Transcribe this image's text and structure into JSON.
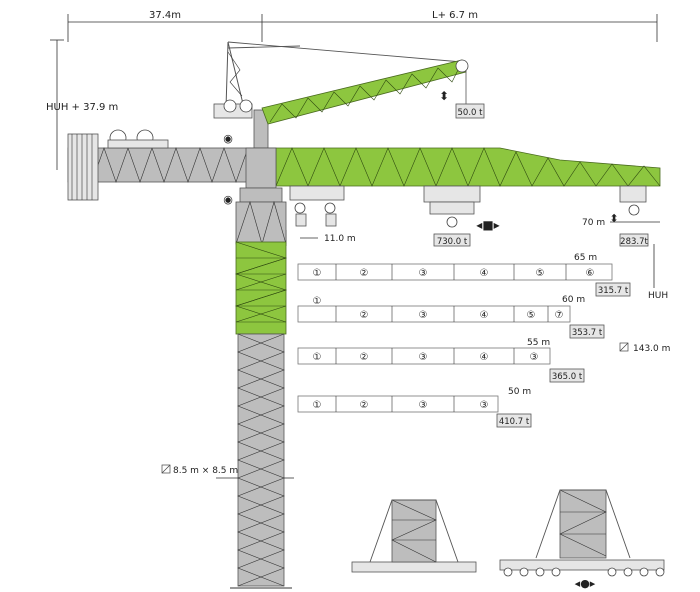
{
  "dimensions": {
    "counter_jib": "37.4m",
    "jib": "L+ 6.7 m",
    "tip_height": "HUH + 37.9 m",
    "huh": "HUH",
    "trolley_offset": "11.0 m",
    "jib_end": "70 m",
    "mast_section": "8.5 m × 8.5 m",
    "max_height": "143.0 m"
  },
  "loads": {
    "luffing_hook": "50.0 t",
    "trolley_main": "730.0 t",
    "tip": "283.7t"
  },
  "jib_configs": [
    {
      "length": "65 m",
      "tip_load": "315.7 t",
      "sections": [
        "①",
        "②",
        "③",
        "④",
        "⑤",
        "⑥"
      ]
    },
    {
      "length": "60 m",
      "tip_load": "353.7 t",
      "sections": [
        "①",
        "②",
        "③",
        "④",
        "⑤",
        "⑦"
      ]
    },
    {
      "length": "55 m",
      "tip_load": "365.0 t",
      "sections": [
        "①",
        "②",
        "③",
        "④",
        "③"
      ]
    },
    {
      "length": "50 m",
      "tip_load": "410.7 t",
      "sections": [
        "①",
        "②",
        "③",
        "③"
      ]
    }
  ],
  "colors": {
    "green": "#8dc63f",
    "gray": "#bdbdbd"
  }
}
